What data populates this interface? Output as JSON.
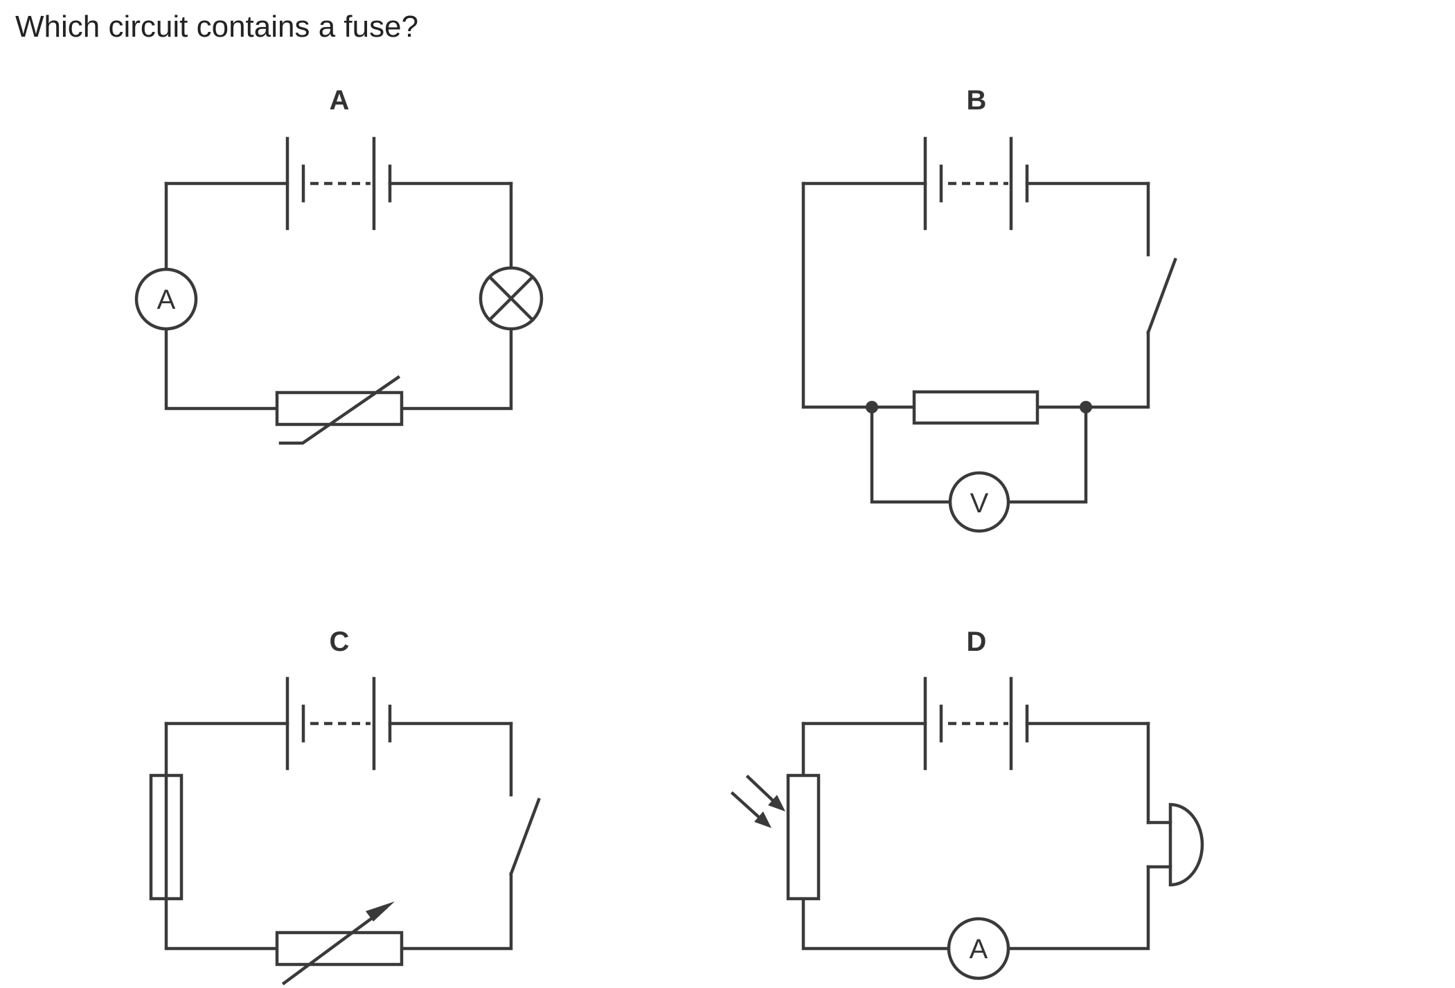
{
  "question": "Which circuit contains a fuse?",
  "circuits": [
    {
      "label": "A",
      "meter": "A"
    },
    {
      "label": "B",
      "meter": "V"
    },
    {
      "label": "C"
    },
    {
      "label": "D",
      "meter": "A"
    }
  ]
}
